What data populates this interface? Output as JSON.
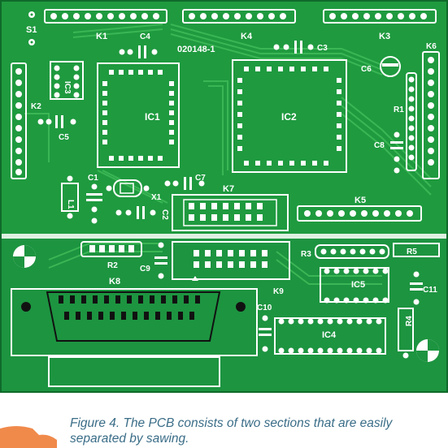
{
  "board": {
    "code": "020148-1",
    "labels": {
      "S1": "S1",
      "K1": "K1",
      "K2": "K2",
      "K3": "K3",
      "K4": "K4",
      "K5": "K5",
      "K6": "K6",
      "K7": "K7",
      "K8": "K8",
      "K9": "K9",
      "IC1": "IC1",
      "IC2": "IC2",
      "IC3": "IC3",
      "IC4": "IC4",
      "IC5": "IC5",
      "C1": "C1",
      "C2": "C2",
      "C3": "C3",
      "C4": "C4",
      "C5": "C5",
      "C6": "C6",
      "C7": "C7",
      "C8": "C8",
      "C9": "C9",
      "C10": "C10",
      "C11": "C11",
      "R1": "R1",
      "R2": "R2",
      "R3": "R3",
      "R4": "R4",
      "R5": "R5",
      "L1": "L1",
      "X1": "X1"
    },
    "colors": {
      "copper": "#1f9a3f",
      "copper_dark": "#0f6a2a",
      "trace": "#35b04f",
      "silkscreen": "#ffffff",
      "mount_hole": "#111111"
    }
  },
  "caption": {
    "text": "Figure 4. The PCB consists of two sections that are easily separated by sawing."
  }
}
